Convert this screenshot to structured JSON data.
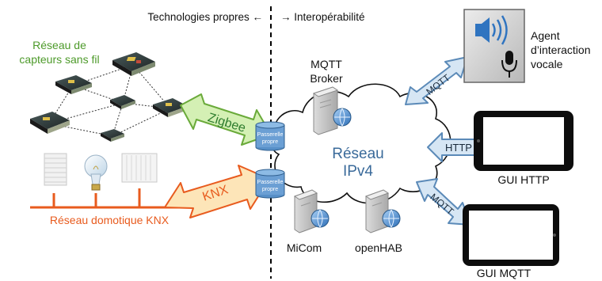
{
  "header": {
    "left": "Technologies propres ←",
    "right": "→ Interopérabilité"
  },
  "sensor_network": {
    "line1": "Réseau de",
    "line2": "capteurs sans fil"
  },
  "knx_network": {
    "label": "Réseau domotique KNX"
  },
  "protocols": {
    "zigbee": "Zigbee",
    "knx": "KNX",
    "mqtt_voice": "MQTT",
    "http": "HTTP",
    "mqtt_gui": "MQTT"
  },
  "gateway": {
    "line1": "Passerelle",
    "line2": "propre"
  },
  "mqtt_broker": {
    "line1": "MQTT",
    "line2": "Broker"
  },
  "cloud": {
    "line1": "Réseau",
    "line2": "IPv4"
  },
  "servers": {
    "micom": "MiCom",
    "openhab": "openHAB"
  },
  "voice_agent": {
    "line1": "Agent",
    "line2": "d’interaction",
    "line3": "vocale"
  },
  "gui_http": {
    "label": "GUI HTTP"
  },
  "gui_mqtt": {
    "label": "GUI MQTT"
  },
  "colors": {
    "sensor_text": "#4d9a2a",
    "knx_text": "#e85b1e",
    "zigbee_fill": "#d4f0b4",
    "zigbee_stroke": "#6aaa3a",
    "knx_fill": "#fde5b8",
    "knx_stroke": "#e85b1e",
    "blue_arrow_fill": "#d6e6f4",
    "blue_arrow_stroke": "#5b8ab8",
    "gateway_fill": "#6b9fd4",
    "cloud_text": "#3a6a9a"
  }
}
